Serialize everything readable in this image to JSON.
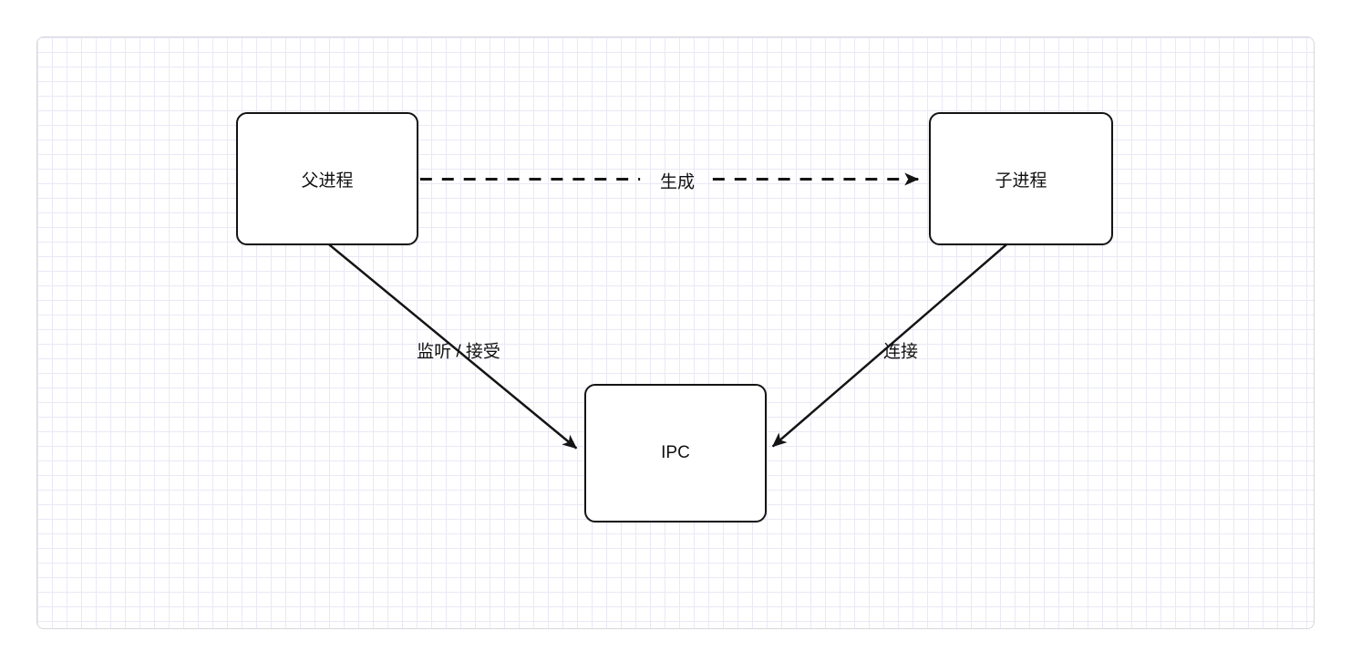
{
  "diagram": {
    "nodes": [
      {
        "id": "parent-process",
        "label": "父进程"
      },
      {
        "id": "child-process",
        "label": "子进程"
      },
      {
        "id": "ipc",
        "label": "IPC"
      }
    ],
    "edges": [
      {
        "from": "parent-process",
        "to": "child-process",
        "style": "dashed",
        "label": "生成"
      },
      {
        "from": "parent-process",
        "to": "ipc",
        "style": "solid",
        "label": "监听 / 接受"
      },
      {
        "from": "child-process",
        "to": "ipc",
        "style": "solid",
        "label": "连接"
      }
    ],
    "colors": {
      "node_border": "#141414",
      "node_fill": "#ffffff",
      "edge_stroke": "#141414",
      "grid_line": "#e9e9f7",
      "canvas_border": "#d7d7dd"
    }
  }
}
